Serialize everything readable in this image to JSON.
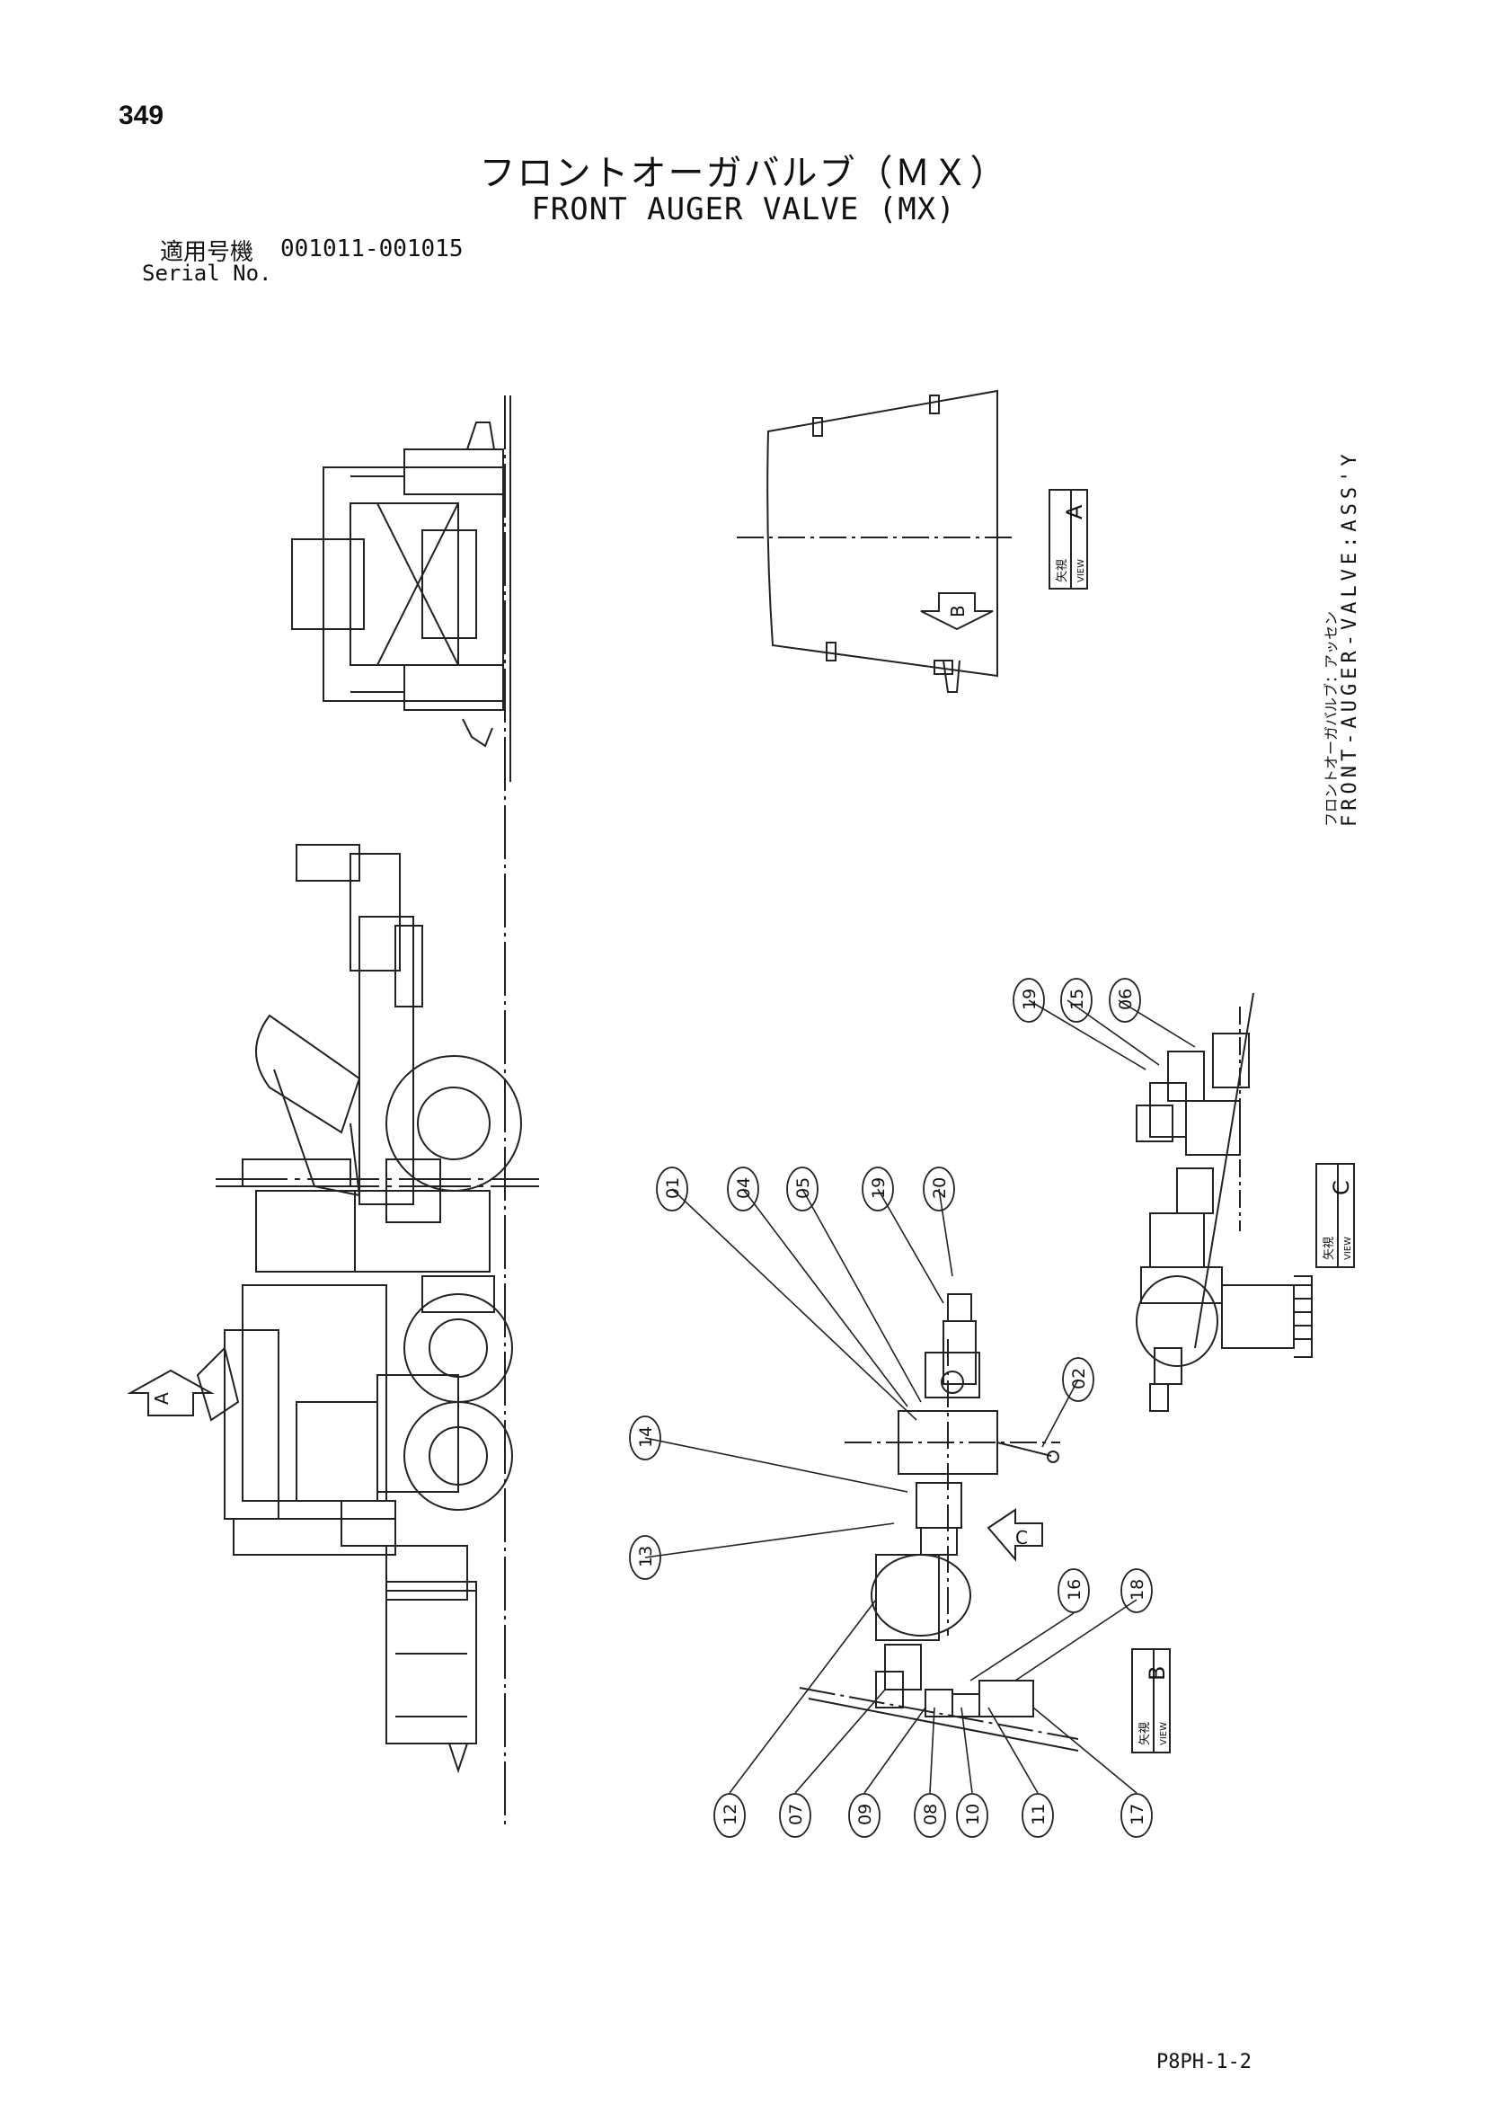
{
  "header": {
    "page_number": "349",
    "title_jp": "フロントオーガバルブ（ＭＸ）",
    "title_en": "FRONT AUGER VALVE (MX)",
    "serial_label_jp": "適用号機",
    "serial_range": "001011-001015",
    "serial_label_en": "Serial No."
  },
  "side_label": {
    "jp": "フロントオーガバルブ：アッセン",
    "en": "FRONT-AUGER-VALVE:ASS'Y"
  },
  "views": {
    "a": {
      "letter": "A",
      "kanji": "矢視",
      "sub": "VIEW"
    },
    "b": {
      "letter": "B",
      "kanji": "矢視",
      "sub": "VIEW"
    },
    "c": {
      "letter": "C",
      "kanji": "矢視",
      "sub": "VIEW"
    },
    "arrow_a": "A",
    "arrow_b": "B",
    "arrow_c": "C"
  },
  "balloons": {
    "b01": "01",
    "b02": "02",
    "b04": "04",
    "b05": "05",
    "b06": "06",
    "b07": "07",
    "b08": "08",
    "b09": "09",
    "b10": "10",
    "b11": "11",
    "b12": "12",
    "b13": "13",
    "b14": "14",
    "b15": "15",
    "b16": "16",
    "b17": "17",
    "b18": "18",
    "b19a": "19",
    "b19b": "19",
    "b20": "20"
  },
  "footer": {
    "page_code": "P8PH-1-2"
  }
}
